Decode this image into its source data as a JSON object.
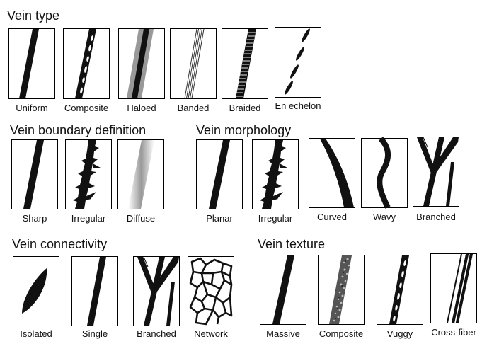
{
  "sections": {
    "type": "Vein type",
    "boundary": "Vein boundary definition",
    "morphology": "Vein morphology",
    "connectivity": "Vein connectivity",
    "texture": "Vein texture"
  },
  "labels": {
    "type": [
      "Uniform",
      "Composite",
      "Haloed",
      "Banded",
      "Braided",
      "En echelon"
    ],
    "boundary": [
      "Sharp",
      "Irregular",
      "Diffuse"
    ],
    "morphology": [
      "Planar",
      "Irregular",
      "Curved",
      "Wavy",
      "Branched"
    ],
    "connectivity": [
      "Isolated",
      "Single",
      "Branched",
      "Network"
    ],
    "texture": [
      "Massive",
      "Composite",
      "Vuggy",
      "Cross-fiber"
    ]
  }
}
